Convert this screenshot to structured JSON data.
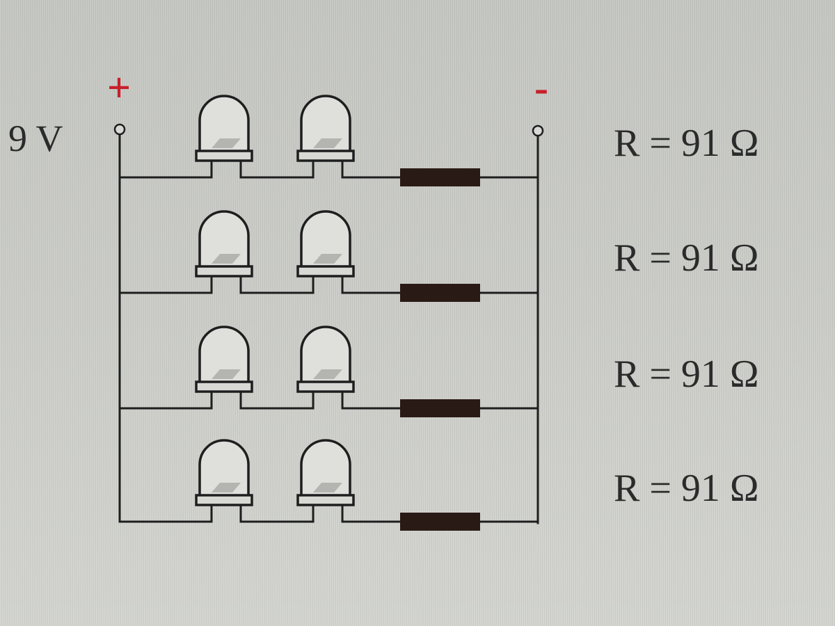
{
  "source": {
    "voltage_label": "9 V",
    "positive_symbol": "+",
    "negative_symbol": "-"
  },
  "colors": {
    "wire": "#1e1e1e",
    "resistor": "#2a1a15",
    "polarity": "#c8202a",
    "background": "#c9cac5"
  },
  "branches": [
    {
      "resistor_label": "R = 91 Ω",
      "led_count": 2
    },
    {
      "resistor_label": "R = 91 Ω",
      "led_count": 2
    },
    {
      "resistor_label": "R = 91 Ω",
      "led_count": 2
    },
    {
      "resistor_label": "R = 91 Ω",
      "led_count": 2
    }
  ]
}
